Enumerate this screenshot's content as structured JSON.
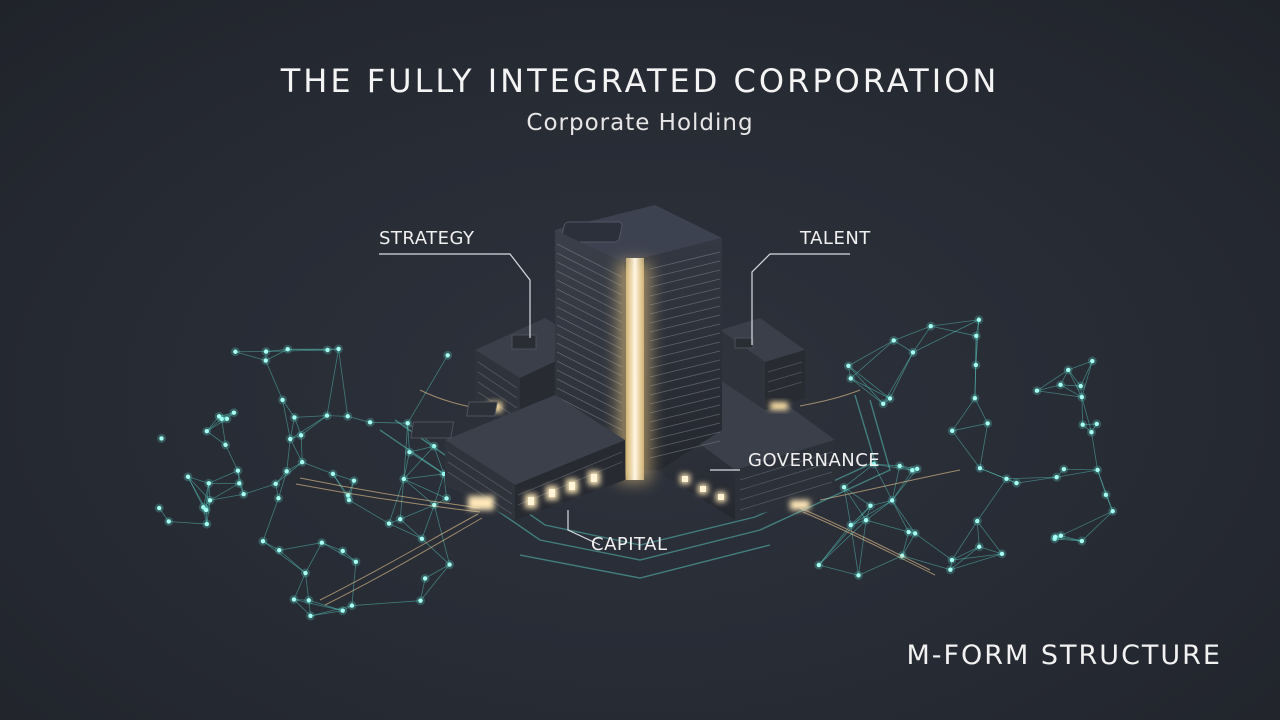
{
  "title": "THE FULLY INTEGRATED CORPORATION",
  "subtitle": "Corporate Holding",
  "labels": {
    "strategy": "STRATEGY",
    "talent": "TALENT",
    "governance": "GOVERNANCE",
    "capital": "CAPITAL"
  },
  "footer": "M-FORM STRUCTURE",
  "colors": {
    "background": "#262a33",
    "network": "#5fe0d2",
    "glow": "#ffe6b0",
    "building": "#2f333c",
    "text": "#f2f2f2"
  }
}
